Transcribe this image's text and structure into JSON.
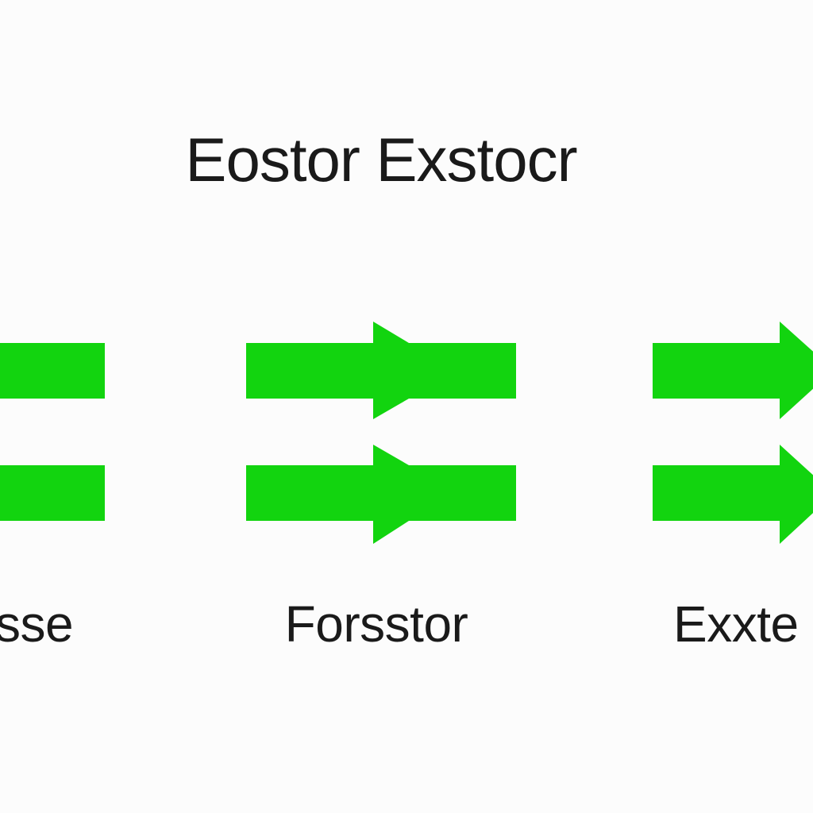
{
  "diagram": {
    "title": "Eostor Exstocr",
    "captions": {
      "left": "sse",
      "middle": "Forsstor",
      "right": "Exxte"
    },
    "colors": {
      "arrow": "#12d40f",
      "text": "#1a1a1a",
      "background": "#fcfcfc"
    },
    "shapes": {
      "left_column": "bar",
      "middle_column": "arrow",
      "right_column": "arrow"
    }
  }
}
